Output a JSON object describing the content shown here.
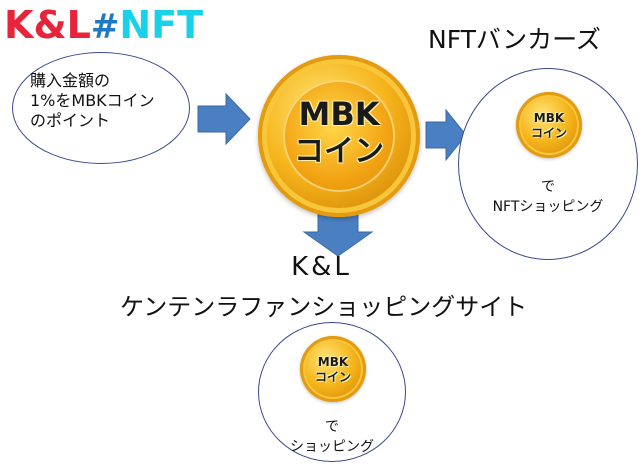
{
  "logo": {
    "part1": "K&L",
    "part2": "#",
    "part3": "NFT"
  },
  "nft_bankers_title": "NFTバンカーズ",
  "bubble_left": {
    "line1": "購入金額の",
    "line2": "1%をMBKコイン",
    "line3": "のポイント"
  },
  "coin_main": {
    "line1": "MBK",
    "line2": "コイン"
  },
  "coin_right": {
    "line1": "MBK",
    "line2": "コイン",
    "caption1": "で",
    "caption2": "NFTショッピング"
  },
  "kl_title": "K&L",
  "shop_title": "ケンテンラファンショッピングサイト",
  "coin_bottom": {
    "line1": "MBK",
    "line2": "コイン",
    "caption1": "で",
    "caption2": "ショッピング"
  },
  "colors": {
    "logo_red": "#e8233a",
    "logo_blue": "#1f7ac2",
    "logo_cyan": "#17d2ea",
    "arrow": "#4a7fc1",
    "ellipse_border": "#3a4a8c",
    "coin_gold": "#f6b51c"
  }
}
